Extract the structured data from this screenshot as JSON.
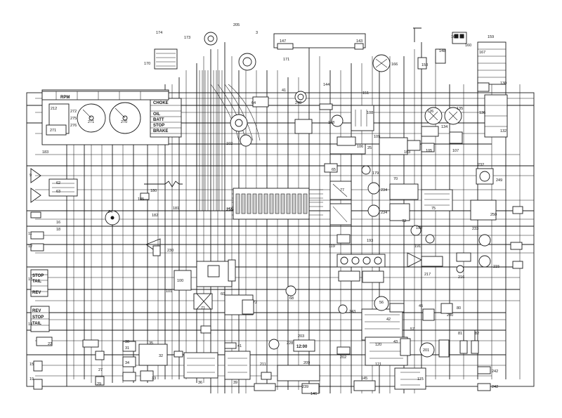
{
  "diagram": {
    "labels": [
      "205",
      "3",
      "173",
      "174",
      "170",
      "147",
      "143",
      "171",
      "148",
      "159",
      "160",
      "167",
      "150",
      "161",
      "166",
      "212",
      "272",
      "275",
      "276",
      "271",
      "270",
      "183",
      "144",
      "151",
      "102",
      "64",
      "130",
      "132",
      "136",
      "135",
      "126",
      "134",
      "107",
      "105",
      "106",
      "108",
      "109",
      "25",
      "103",
      "148",
      "41",
      "72",
      "67",
      "65",
      "179",
      "248",
      "9",
      "62",
      "63",
      "180",
      "185",
      "181",
      "182",
      "24",
      "255",
      "234",
      "234",
      "77",
      "73",
      "70",
      "232",
      "249",
      "250",
      "75",
      "233",
      "190",
      "191",
      "193",
      "119",
      "115",
      "215",
      "216",
      "217",
      "230",
      "100",
      "101",
      "60",
      "71",
      "72",
      "68",
      "243",
      "200",
      "202",
      "31",
      "32",
      "34",
      "27",
      "29",
      "30",
      "33",
      "36",
      "35",
      "39",
      "41",
      "56",
      "45",
      "42",
      "43",
      "57",
      "19",
      "15",
      "22",
      "17",
      "14",
      "11",
      "12",
      "16",
      "18",
      "120",
      "121",
      "201",
      "203",
      "228",
      "209",
      "211",
      "82",
      "81",
      "80",
      "242",
      "242",
      "145",
      "146",
      "239",
      "4",
      "1",
      "34"
    ],
    "instrument_labels": [
      "CHOKE",
      "BATT",
      "STOP",
      "BRAKE",
      "OIL",
      "RPM"
    ],
    "side_labels": [
      "STOP",
      "TAIL",
      "REV",
      "STOP",
      "TAIL",
      "REV"
    ],
    "dial_labels": [
      "271",
      "270"
    ],
    "connector_label": "255",
    "clock_text": "12:00"
  },
  "colors": {
    "line": "#1a1a1a",
    "paper": "#ffffff"
  }
}
